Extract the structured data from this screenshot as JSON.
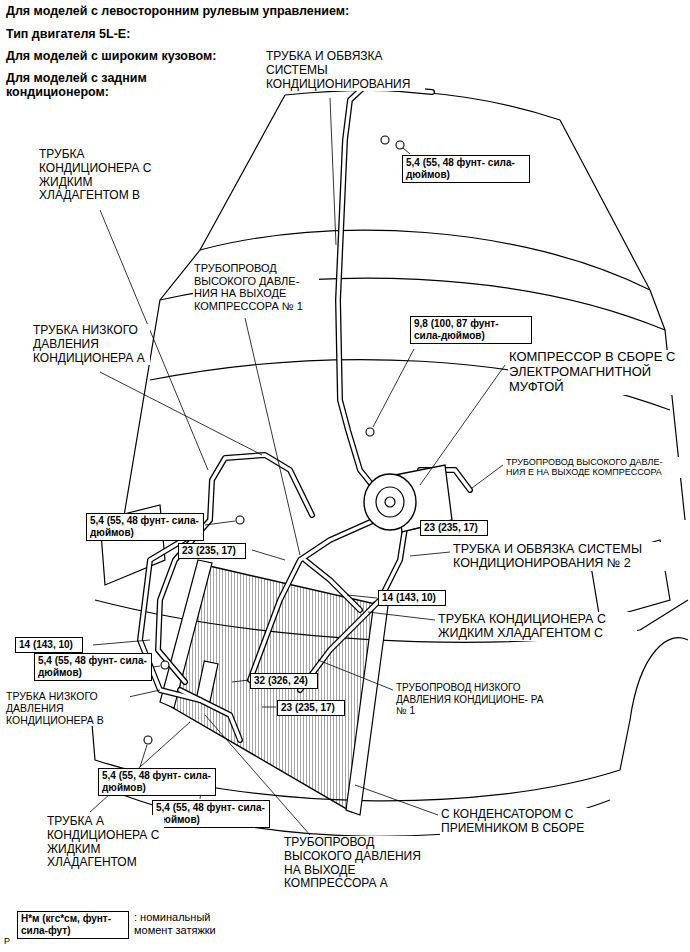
{
  "diagram": {
    "nodes": [
      {
        "text": [
          "5,4 (55, 48 фунт- сила-дюймов)"
        ]
      },
      {
        "text": [
          "9,8 (100, 87 фунт- сила-дюймов)"
        ]
      },
      {
        "text": [
          "5,4 (55, 48 фунт- сила-дюймов)"
        ]
      },
      {
        "text": [
          "23 (235, 17)"
        ]
      },
      {
        "text": [
          "23 (235, 17)"
        ]
      },
      {
        "text": [
          "14 (143, 10)"
        ]
      },
      {
        "text": [
          "14 (143, 10)"
        ]
      },
      {
        "text": [
          "5,4 (55, 48 фунт- сила-дюймов)"
        ]
      },
      {
        "text": [
          "32 (326, 24)"
        ]
      },
      {
        "text": [
          "23 (235, 17)"
        ]
      },
      {
        "text": [
          "5,4 (55, 48 фунт- сила-дюймов)"
        ]
      },
      {
        "text": [
          "5,4 (55, 48 фунт- сила-дюймов)"
        ]
      },
      {
        "text": [
          "Н*м (кгс*см, фунт-сила-фут)"
        ]
      }
    ],
    "labels": [
      "Для моделей с левосторонним рулевым управлением:",
      "Тип двигателя 5L-E:",
      "Для моделей с широким кузовом:",
      "Для моделей с задним кондиционером:",
      "ТРУБКА И ОБВЯЗКА СИСТЕМЫ КОНДИЦИОНИРОВАНИЯ",
      "ТРУБКА КОНДИЦИОНЕРА С ЖИДКИМ ХЛАДАГЕНТОМ В",
      "ТРУБОПРОВОД ВЫСОКОГО ДАВЛЕ- НИЯ НА ВЫХОДЕ КОМПРЕССОРА № 1",
      "ТРУБКА НИЗКОГО ДАВЛЕНИЯ КОНДИЦИОНЕРА А",
      "КОМПРЕССОР В СБОРЕ С ЭЛЕКТРОМАГНИТНОЙ МУФТОЙ",
      "ТРУБОПРОВОД ВЫСОКОГО ДАВЛЕ- НИЯ Е НА ВЫХОДЕ КОМПРЕССОРА",
      "ТРУБКА И ОБВЯЗКА СИСТЕМЫ КОНДИЦИОНИРОВАНИЯ № 2",
      "ТРУБКА КОНДИЦИОНЕРА С ЖИДКИМ ХЛАДАГЕНТОМ С",
      "ТРУБОПРОВОД НИЗКОГО ДАВЛЕНИЯ КОНДИЦИОНЕ- РА № 1",
      "ТРУБКА НИЗКОГО ДАВЛЕНИЯ КОНДИЦИОНЕРА В",
      "ТРУБКА А КОНДИЦИОНЕРА С ЖИДКИМ ХЛАДАГЕНТОМ",
      "С КОНДЕНСАТОРОМ С ПРИЕМНИКОМ В СБОРЕ",
      "ТРУБОПРОВОД ВЫСОКОГО ДАВЛЕНИЯ НА ВЫХОДЕ КОМПРЕССОРА А",
      ": номинальный момент затяжки",
      "P"
    ]
  }
}
